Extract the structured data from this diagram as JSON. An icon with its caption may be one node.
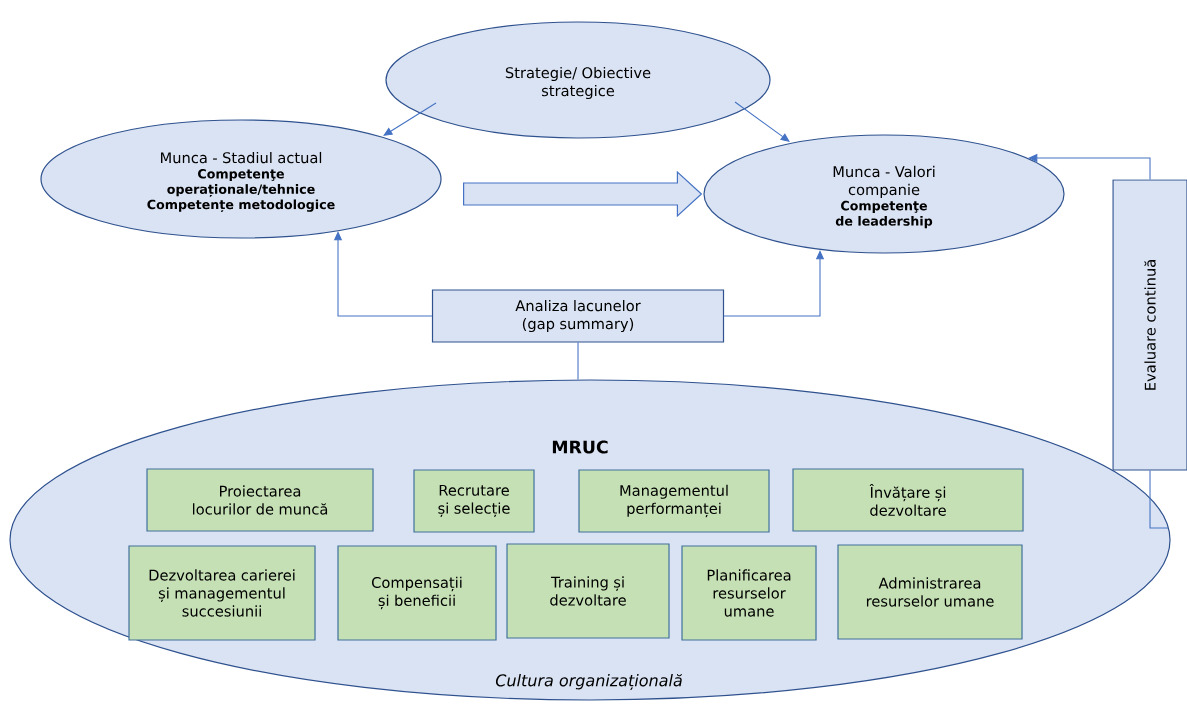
{
  "diagram": {
    "nodes": [
      {
        "text": [
          "Strategie/ Obiective strategice"
        ]
      },
      {
        "text": [
          "Munca - Stadiul actual",
          "Competenţe operaționale/tehnice",
          "Competențe metodologice"
        ]
      },
      {
        "text": [
          "Munca - Valori companie",
          "Competenţe de leadership"
        ]
      },
      {
        "text": [
          "Analiza lacunelor (gap summary)"
        ]
      },
      {
        "text": [
          "MRUC",
          "Cultura organizațională"
        ]
      },
      {
        "text": [
          "Proiectarea locurilor de muncă"
        ],
        "in": 4
      },
      {
        "text": [
          "Recrutare și selecție"
        ],
        "in": 4
      },
      {
        "text": [
          "Managementul performanței"
        ],
        "in": 4
      },
      {
        "text": [
          "Învățare și dezvoltare"
        ],
        "in": 4
      },
      {
        "text": [
          "Dezvoltarea carierei și managementul succesiunii"
        ],
        "in": 4
      },
      {
        "text": [
          "Compensații și beneficii"
        ],
        "in": 4
      },
      {
        "text": [
          "Training și dezvoltare"
        ],
        "in": 4
      },
      {
        "text": [
          "Planificarea resurselor umane"
        ],
        "in": 4
      },
      {
        "text": [
          "Administrarea resurselor umane"
        ],
        "in": 4
      },
      {
        "text": [
          "Evaluare continuă"
        ]
      }
    ],
    "edges": [
      {
        "from": 0,
        "to": 1,
        "arrow": "to"
      },
      {
        "from": 0,
        "to": 2,
        "arrow": "to"
      },
      {
        "from": 1,
        "to": 2,
        "arrow": "to",
        "style": "thick"
      },
      {
        "from": 3,
        "to": 1,
        "arrow": "to"
      },
      {
        "from": 3,
        "to": 2,
        "arrow": "to"
      },
      {
        "from": 3,
        "to": 4,
        "arrow": "none"
      },
      {
        "from": 14,
        "to": 2,
        "arrow": "to"
      },
      {
        "from": 4,
        "to": 14,
        "arrow": "none"
      }
    ]
  }
}
